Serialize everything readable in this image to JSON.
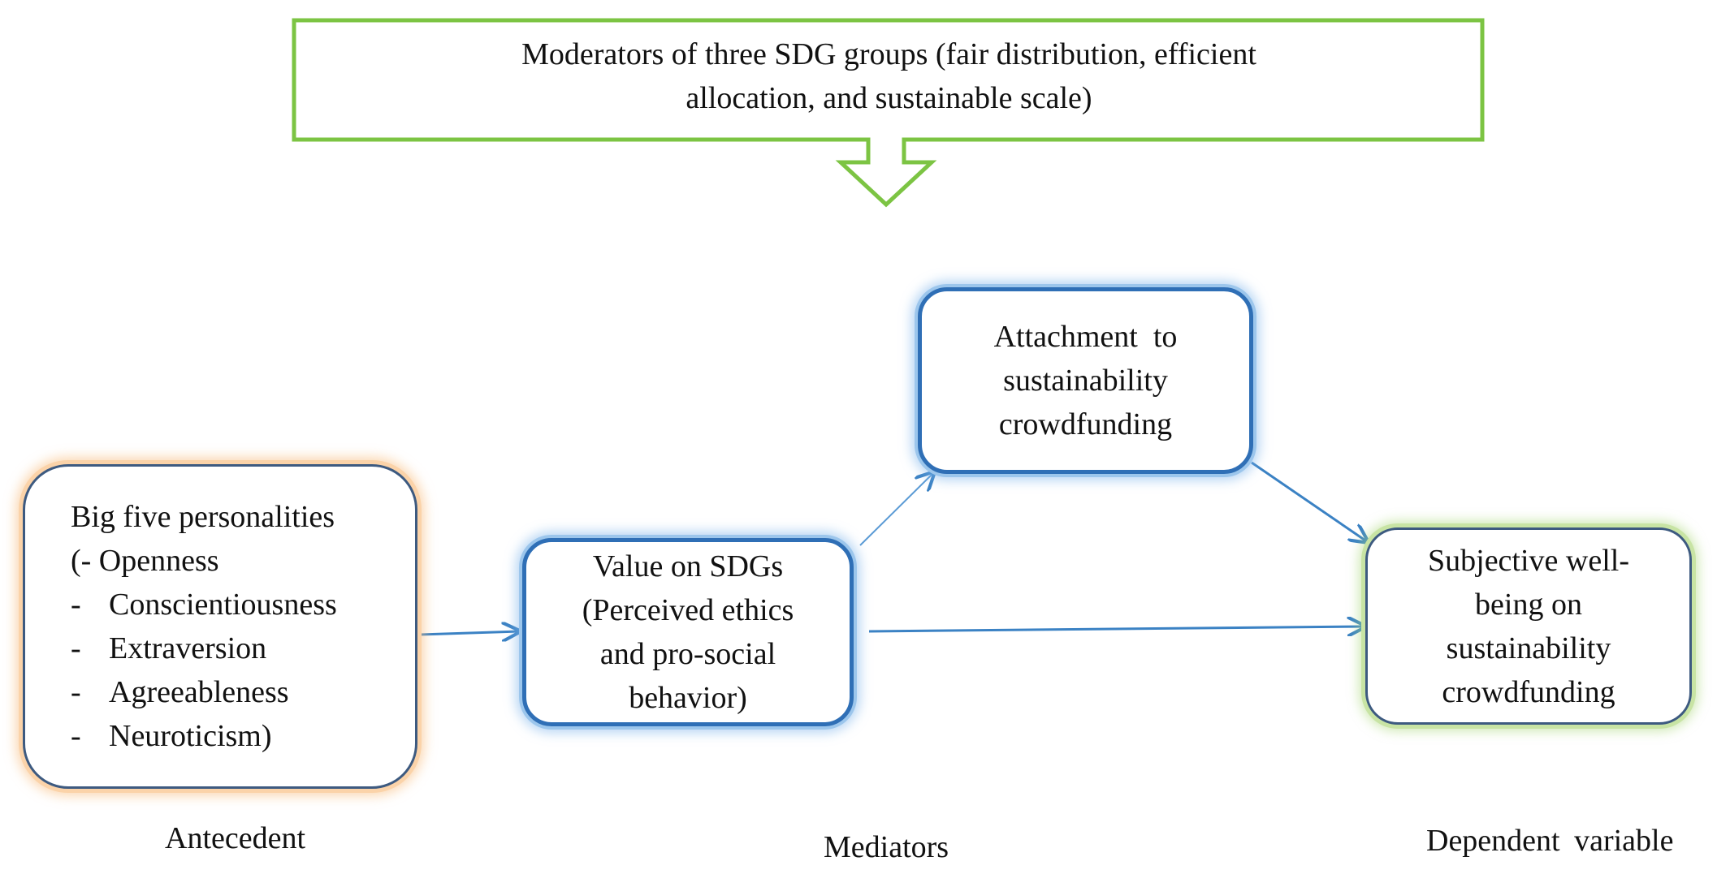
{
  "moderator": {
    "line1": "Moderators of three SDG groups (fair distribution, efficient",
    "line2": "allocation, and sustainable scale)"
  },
  "antecedent": {
    "title": "Big five personalities",
    "items": [
      {
        "prefix": "(",
        "label": "- Openness"
      },
      {
        "prefix": "-",
        "label": "Conscientiousness"
      },
      {
        "prefix": "-",
        "label": "Extraversion"
      },
      {
        "prefix": "-",
        "label": "Agreeableness"
      },
      {
        "prefix": "-",
        "label": "Neuroticism)"
      }
    ]
  },
  "mediator_value": {
    "lines": [
      "Value on SDGs",
      "(Perceived ethics",
      "and pro-social",
      "behavior)"
    ]
  },
  "mediator_attachment": {
    "lines": [
      "Attachment  to",
      "sustainability",
      "crowdfunding"
    ]
  },
  "dependent": {
    "lines": [
      "Subjective well-",
      "being on",
      "sustainability",
      "crowdfunding"
    ]
  },
  "captions": {
    "antecedent": "Antecedent",
    "mediators": "Mediators",
    "dependent": "Dependent variable"
  },
  "colors": {
    "moderator_border": "#7cc443",
    "arrow": "#3b82c4",
    "antecedent_glow": "#f8ba78",
    "mediator_border": "#2f6fb6",
    "dependent_glow": "#aad778"
  }
}
